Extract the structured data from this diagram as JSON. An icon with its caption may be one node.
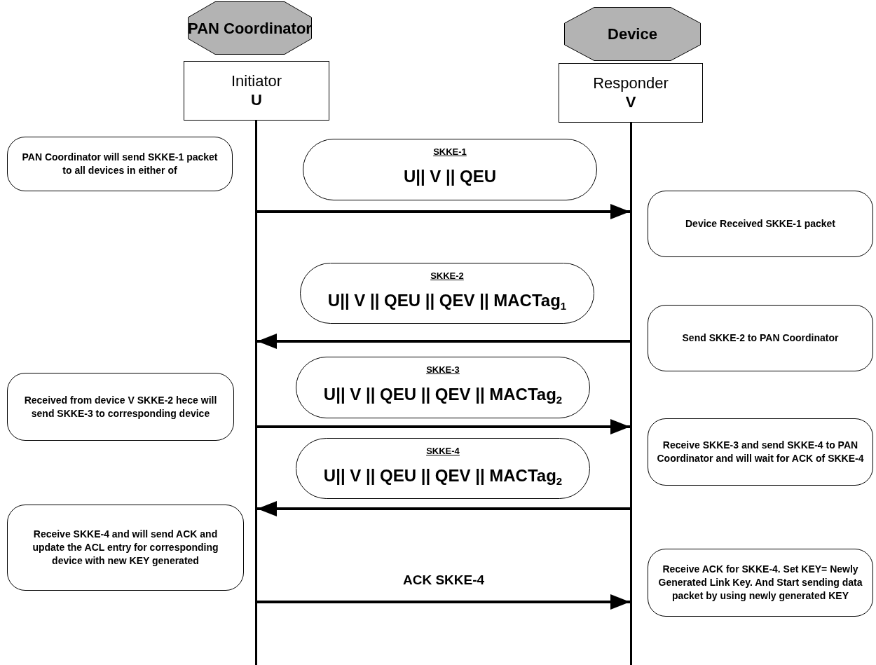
{
  "diagram": {
    "nodes": [
      {
        "text": [
          "PAN Coordinator"
        ]
      },
      {
        "text": [
          "Initiator",
          "U"
        ]
      },
      {
        "text": [],
        "shape": "bar"
      },
      {
        "text": [
          "Device"
        ]
      },
      {
        "text": [
          "Responder",
          "V"
        ]
      },
      {
        "text": [],
        "shape": "bar"
      },
      {
        "text": [
          "PAN Coordinator will send SKKE-1 packet to all devices in either of"
        ]
      },
      {
        "text": [
          "SKKE-1",
          "U|| V || QEU"
        ]
      },
      {
        "text": [
          "Device Received SKKE-1 packet"
        ]
      },
      {
        "text": [
          "SKKE-2",
          "U|| V || QEU || QEV || MACTag$_{1}$"
        ]
      },
      {
        "text": [
          "Send SKKE-2 to PAN Coordinator"
        ]
      },
      {
        "text": [
          "SKKE-3",
          "U|| V || QEU || QEV || MACTag$_{2}$"
        ]
      },
      {
        "text": [
          "Received from device V SKKE-2 hece will send SKKE-3 to corresponding device"
        ]
      },
      {
        "text": [
          "Receive SKKE-3 and send SKKE-4 to PAN Coordinator and will wait for ACK of SKKE-4"
        ]
      },
      {
        "text": [
          "SKKE-4",
          "U|| V || QEU || QEV || MACTag$_{2}$"
        ]
      },
      {
        "text": [
          "Receive SKKE-4 and will send ACK and update the ACL entry for corresponding device with new KEY generated"
        ]
      },
      {
        "text": [
          "Receive ACK for SKKE-4. Set KEY= Newly Generated Link Key. And Start sending data packet by using newly generated KEY"
        ]
      }
    ],
    "edges": [
      {
        "from": 2,
        "to": 5,
        "arrow": "to"
      },
      {
        "from": 5,
        "to": 2,
        "arrow": "to"
      },
      {
        "from": 2,
        "to": 5,
        "arrow": "to"
      },
      {
        "from": 5,
        "to": 2,
        "arrow": "to"
      },
      {
        "from": 2,
        "to": 5,
        "arrow": "to",
        "label": "ACK SKKE-4"
      }
    ]
  }
}
